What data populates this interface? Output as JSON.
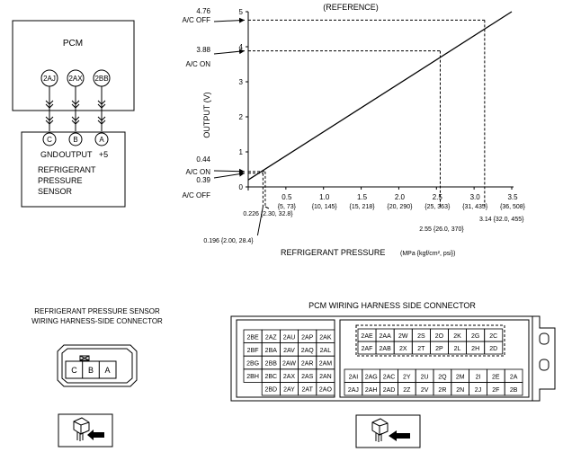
{
  "pcm_block": {
    "title": "PCM",
    "pins": [
      "2AJ",
      "2AX",
      "2BB"
    ],
    "sensor_pins": [
      "C",
      "B",
      "A"
    ],
    "pin_labels": [
      "GND",
      "OUTPUT",
      "+5"
    ],
    "sensor_title_lines": [
      "REFRIGERANT",
      "PRESSURE",
      "SENSOR"
    ]
  },
  "chart_data": {
    "type": "line",
    "title": "(REFERENCE)",
    "xlabel": "REFRIGERANT PRESSURE",
    "xlabel_unit": "(MPa {kgf/cm², psi})",
    "ylabel": "OUTPUT (V)",
    "xlim": [
      0,
      3.5
    ],
    "ylim": [
      0,
      5
    ],
    "y_ticks": [
      "0",
      "1",
      "2",
      "3",
      "4",
      "5"
    ],
    "x_ticks": [
      {
        "value": 0.5,
        "main": "0.5",
        "sub": "{5, 73}"
      },
      {
        "value": 1.0,
        "main": "1.0",
        "sub": "{10, 145}"
      },
      {
        "value": 1.5,
        "main": "1.5",
        "sub": "{15, 218}"
      },
      {
        "value": 2.0,
        "main": "2.0",
        "sub": "{20, 290}"
      },
      {
        "value": 2.5,
        "main": "2.5",
        "sub": "{25, 363}"
      },
      {
        "value": 3.0,
        "main": "3.0",
        "sub": "{31, 435}"
      },
      {
        "value": 3.5,
        "main": "3.5",
        "sub": "{36, 508}"
      }
    ],
    "series": [
      {
        "x": [
          0.0,
          3.5
        ],
        "y": [
          0.2,
          5.0
        ]
      }
    ],
    "reference_points": [
      {
        "x": 3.14,
        "y": 4.76,
        "x_label": "3.14 {32.0, 455}",
        "y_label_lines": [
          "4.76",
          "A/C OFF"
        ]
      },
      {
        "x": 2.55,
        "y": 3.88,
        "x_label": "2.55 {26.0, 370}",
        "y_label_lines": [
          "3.88",
          "A/C ON"
        ]
      },
      {
        "x": 0.226,
        "y": 0.44,
        "x_label": "0.226 {2.30, 32.8}",
        "y_label_lines": [
          "0.44",
          "A/C ON"
        ]
      },
      {
        "x": 0.196,
        "y": 0.39,
        "x_label": "0.196 {2.00, 28.4}",
        "y_label_lines": [
          "0.39",
          "A/C OFF"
        ]
      }
    ]
  },
  "sensor_connector": {
    "title_lines": [
      "REFRIGERANT PRESSURE SENSOR",
      "WIRING HARNESS-SIDE CONNECTOR"
    ],
    "pins": [
      "C",
      "B",
      "A"
    ]
  },
  "pcm_connector": {
    "title": "PCM WIRING HARNESS SIDE CONNECTOR",
    "left_rows": [
      [
        "2BE",
        "2AZ",
        "2AU",
        "2AP",
        "2AK"
      ],
      [
        "2BF",
        "2BA",
        "2AV",
        "2AQ",
        "2AL"
      ],
      [
        "2BG",
        "2BB",
        "2AW",
        "2AR",
        "2AM"
      ],
      [
        "2BH",
        "2BC",
        "2AX",
        "2AS",
        "2AN"
      ],
      [
        "",
        "2BD",
        "2AY",
        "2AT",
        "2AO"
      ]
    ],
    "right_top_rows": [
      [
        "2AE",
        "2AA",
        "2W",
        "2S",
        "2O",
        "2K",
        "2G",
        "2C"
      ],
      [
        "2AF",
        "2AB",
        "2X",
        "2T",
        "2P",
        "2L",
        "2H",
        "2D"
      ]
    ],
    "right_bottom_rows": [
      [
        "2AI",
        "2AG",
        "2AC",
        "2Y",
        "2U",
        "2Q",
        "2M",
        "2I",
        "2E",
        "2A"
      ],
      [
        "2AJ",
        "2AH",
        "2AD",
        "2Z",
        "2V",
        "2R",
        "2N",
        "2J",
        "2F",
        "2B"
      ]
    ]
  }
}
